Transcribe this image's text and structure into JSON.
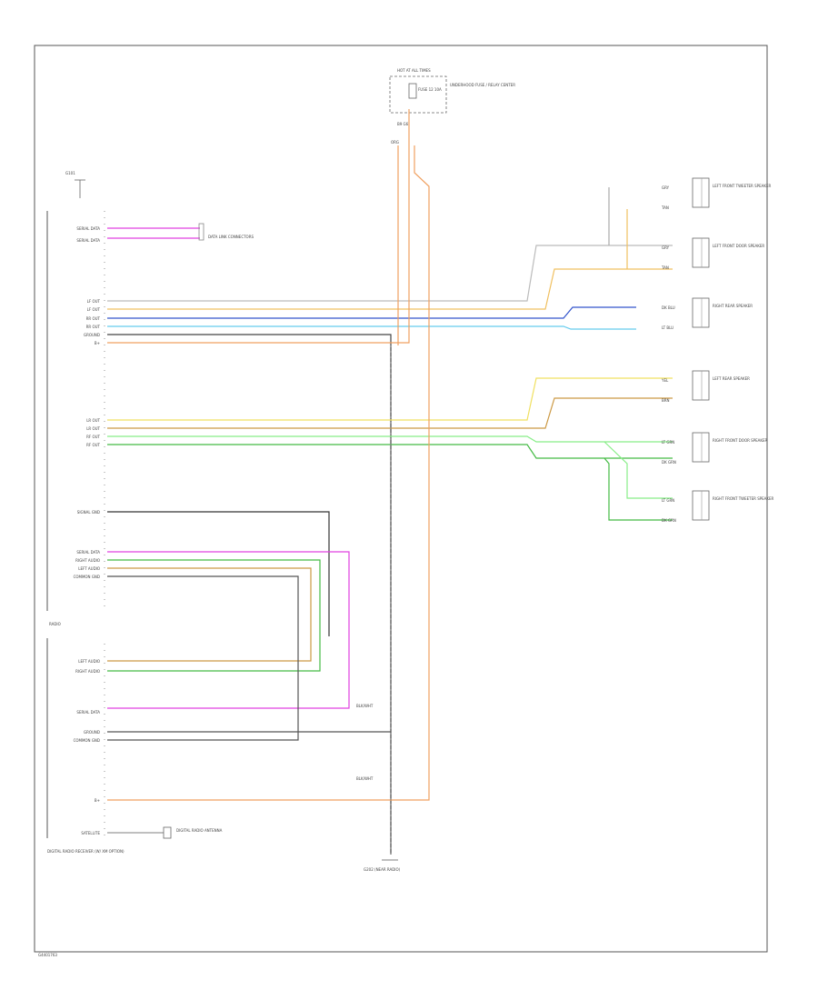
{
  "ground_top": {
    "label": "G101"
  },
  "fuse": {
    "header": "HOT AT ALL TIMES",
    "fuse_label": "FUSE 12 10A",
    "block_label": "UNDERHOOD FUSE / RELAY CENTER",
    "pin_label": "B9 G6",
    "wire_color": "ORG"
  },
  "radio_left_labels": [
    "SERIAL DATA",
    "SERIAL DATA",
    "LF OUT",
    "LF OUT",
    "RR OUT",
    "RR OUT",
    "GROUND",
    "B+",
    "LR OUT",
    "LR OUT",
    "RF OUT",
    "RF OUT",
    "SIGNAL GND",
    "SERIAL DATA",
    "RIGHT AUDIO",
    "LEFT AUDIO",
    "COMMON GND"
  ],
  "radio_label": "RADIO",
  "receiver_left_labels": [
    "LEFT AUDIO",
    "RIGHT AUDIO",
    "SERIAL DATA",
    "GROUND",
    "COMMON GND",
    "B+",
    "SATELLITE"
  ],
  "receiver_label": "DIGITAL RADIO RECEIVER (W/ XM OPTION)",
  "data_link_label": "DATA LINK CONNECTORS",
  "speakers": [
    {
      "name": "LEFT FRONT TWEETER SPEAKER",
      "wires": [
        "GRY",
        "TAN"
      ]
    },
    {
      "name": "LEFT FRONT DOOR SPEAKER",
      "wires": [
        "GRY",
        "TAN"
      ]
    },
    {
      "name": "RIGHT REAR SPEAKER",
      "wires": [
        "DK BLU",
        "LT BLU"
      ]
    },
    {
      "name": "LEFT REAR SPEAKER",
      "wires": [
        "YEL",
        "BRN"
      ]
    },
    {
      "name": "RIGHT FRONT DOOR SPEAKER",
      "wires": [
        "LT GRN",
        "DK GRN"
      ]
    },
    {
      "name": "RIGHT FRONT TWEETER SPEAKER",
      "wires": [
        "LT GRN",
        "DK GRN"
      ]
    }
  ],
  "antenna_label": "DIGITAL RADIO ANTENNA",
  "ground_bottom": "G202 (NEAR RADIO)",
  "wire_tag": "BLK/WHT",
  "footer": "G4401763"
}
